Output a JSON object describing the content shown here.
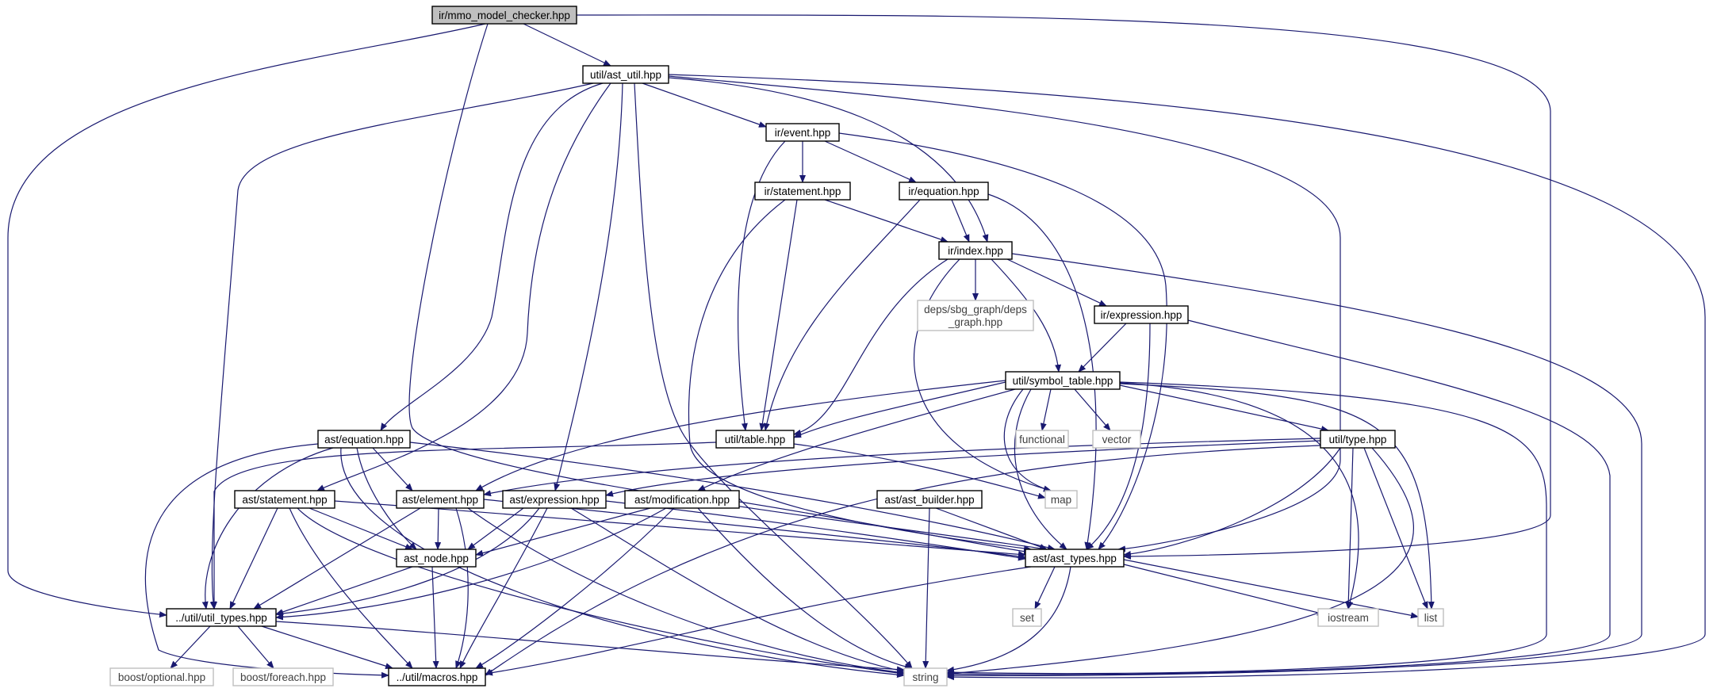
{
  "colors": {
    "edge": "#191970",
    "root_fill": "#bfbfbf",
    "node_border": "#000000",
    "external_border": "#bfbfbf",
    "external_text": "#404040"
  },
  "nodes": {
    "root": "ir/mmo_model_checker.hpp",
    "ast_util": "util/ast_util.hpp",
    "event": "ir/event.hpp",
    "statement": "ir/statement.hpp",
    "equation_ir": "ir/equation.hpp",
    "index": "ir/index.hpp",
    "deps_line1": "deps/sbg_graph/deps",
    "deps_line2": "_graph.hpp",
    "expression_ir": "ir/expression.hpp",
    "symbol_table": "util/symbol_table.hpp",
    "table": "util/table.hpp",
    "functional": "functional",
    "vector": "vector",
    "type": "util/type.hpp",
    "ast_equation": "ast/equation.hpp",
    "ast_statement": "ast/statement.hpp",
    "ast_element": "ast/element.hpp",
    "ast_expression": "ast/expression.hpp",
    "ast_modification": "ast/modification.hpp",
    "ast_builder": "ast/ast_builder.hpp",
    "map": "map",
    "ast_types": "ast/ast_types.hpp",
    "ast_node": "ast_node.hpp",
    "util_types": "../util/util_types.hpp",
    "set": "set",
    "iostream": "iostream",
    "list": "list",
    "boost_optional": "boost/optional.hpp",
    "boost_foreach": "boost/foreach.hpp",
    "macros": "../util/macros.hpp",
    "string": "string"
  }
}
